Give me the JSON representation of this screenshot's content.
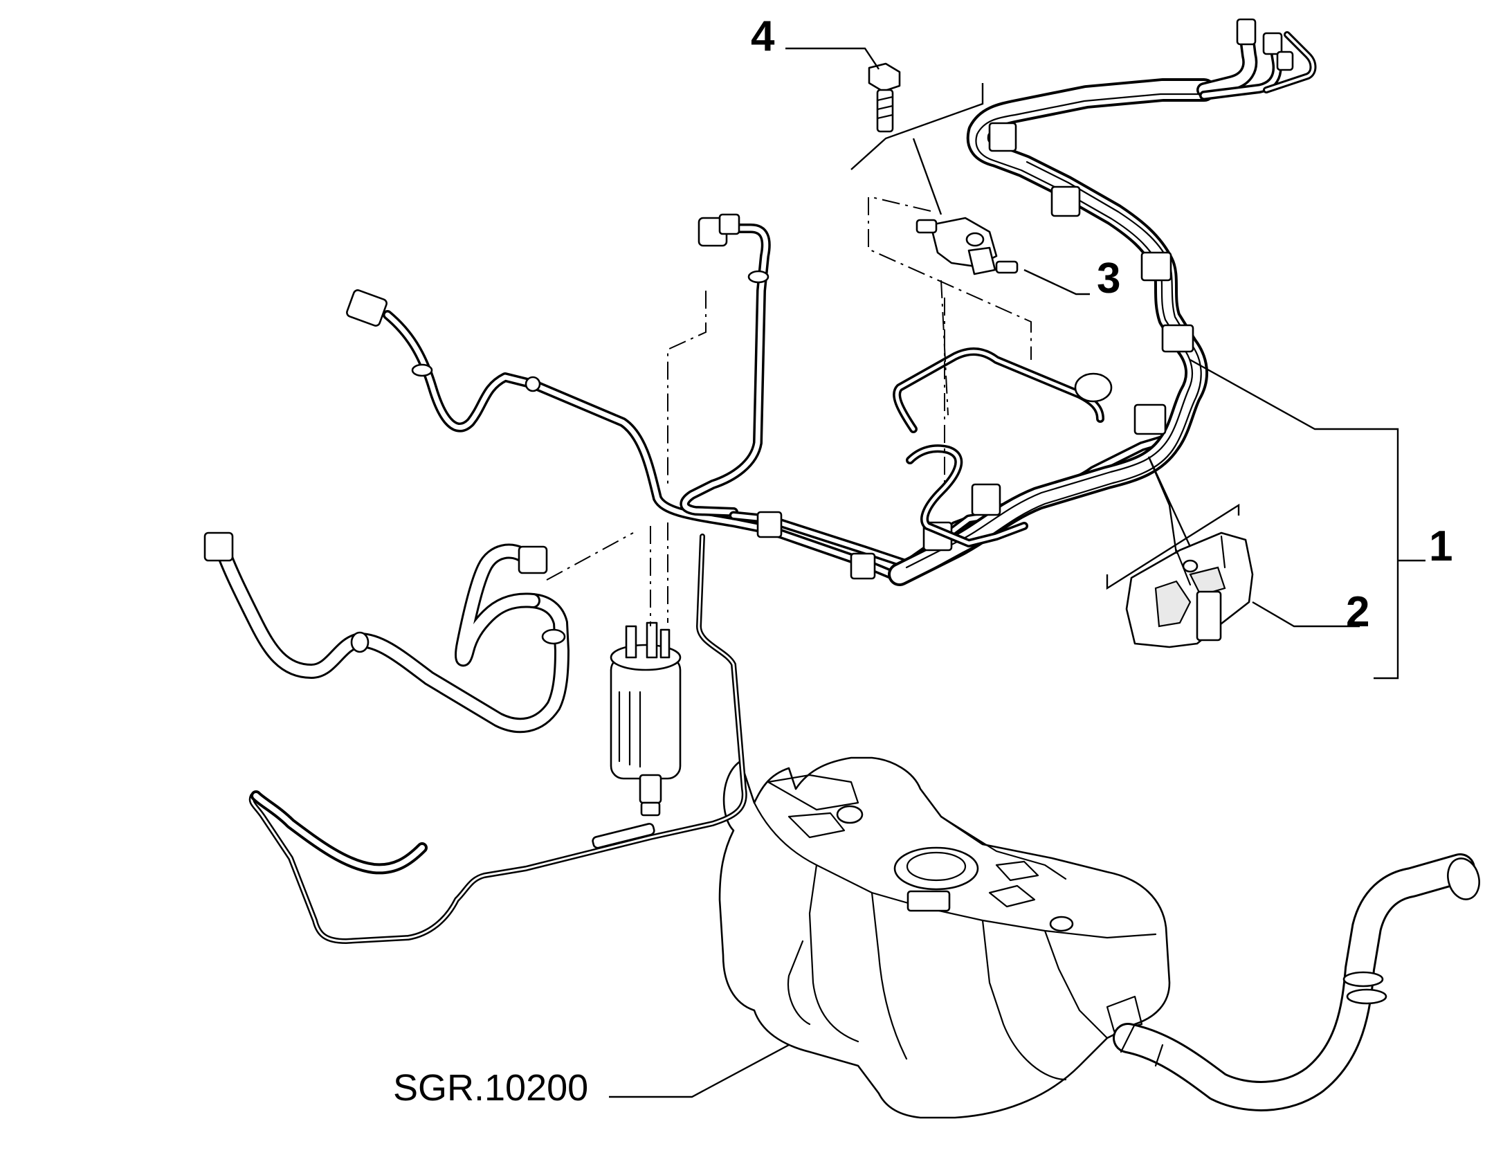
{
  "callouts": [
    {
      "id": "1",
      "text": "1"
    },
    {
      "id": "2",
      "text": "2"
    },
    {
      "id": "3",
      "text": "3"
    },
    {
      "id": "4",
      "text": "4"
    }
  ],
  "reference": {
    "text": "SGR.10200"
  }
}
